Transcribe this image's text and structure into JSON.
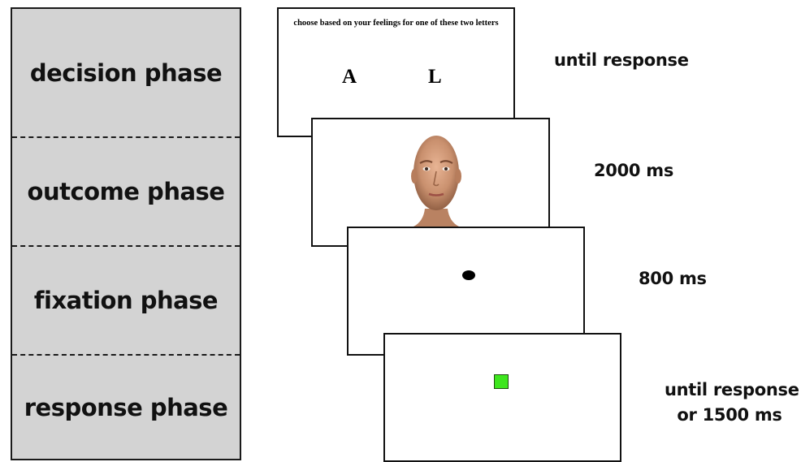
{
  "phases": {
    "decision": "decision phase",
    "outcome": "outcome phase",
    "fixation": "fixation phase",
    "response": "response phase"
  },
  "screens": {
    "decision": {
      "instruction": "choose based on your feelings for one of these two letters",
      "letter_left": "A",
      "letter_right": "L"
    },
    "outcome": {
      "image": "face-photo"
    },
    "fixation": {
      "marker": "fixation-dot"
    },
    "response": {
      "marker": "green-square",
      "color": "#3ee61e"
    }
  },
  "timings": {
    "decision": "until response",
    "outcome": "2000 ms",
    "fixation": "800 ms",
    "response_line1": "until response",
    "response_line2": "or 1500 ms"
  },
  "colors": {
    "phase_column_bg": "#d3d3d3",
    "target_square": "#3ee61e"
  }
}
